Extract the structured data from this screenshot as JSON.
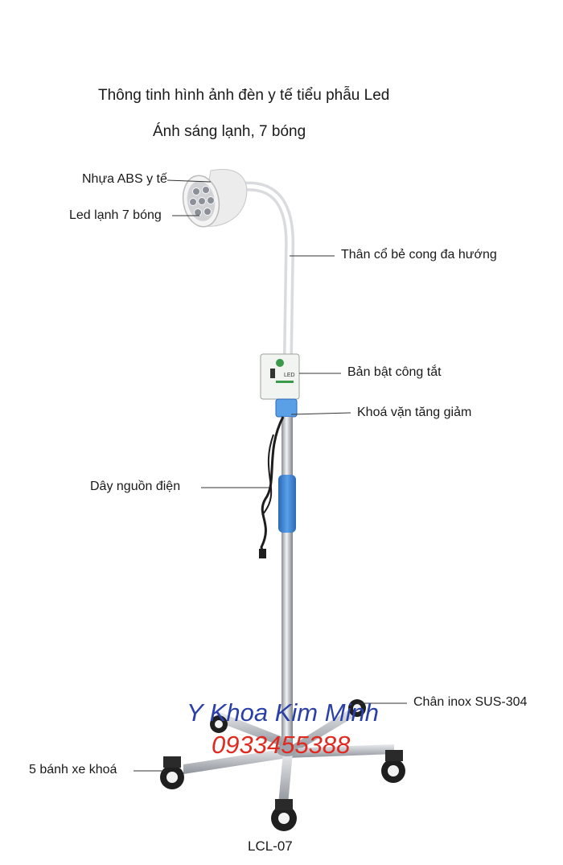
{
  "header": {
    "title": "Thông tinh hình ảnh đèn y tế tiểu phẫu Led",
    "subtitle": "Ánh sáng lạnh, 7 bóng"
  },
  "labels": {
    "abs_plastic": "Nhựa ABS y tế",
    "led": "Led lạnh 7 bóng",
    "gooseneck": "Thân cổ bẻ cong đa hướng",
    "switch_panel": "Bản bật công tắt",
    "knob": "Khoá vặn tăng giảm",
    "power_cord": "Dây nguồn điện",
    "base": "Chân inox SUS-304",
    "wheels": "5 bánh xe khoá"
  },
  "switch_box": {
    "text": "LED"
  },
  "watermark": {
    "brand": "Y Khoa Kim Minh",
    "phone": "0933455388"
  },
  "model": "LCL-07",
  "colors": {
    "brand_blue": "#2a3fa8",
    "phone_red": "#e0291f",
    "grip_blue": "#3a7fd0",
    "steel": "#b8bcc2"
  }
}
